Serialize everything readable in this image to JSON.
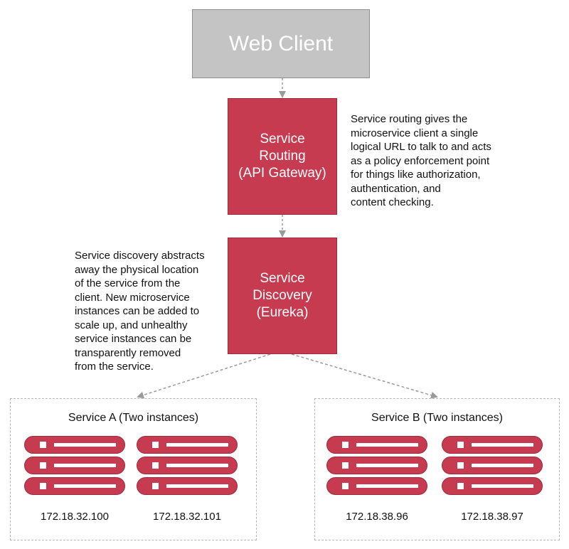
{
  "colors": {
    "gray_box": "#c4c4c4",
    "red_box": "#c63b50",
    "connector": "#9a9a9a",
    "group_border": "#b5b5b5"
  },
  "web_client": {
    "label": "Web Client"
  },
  "service_routing": {
    "label": "Service\nRouting\n(API Gateway)",
    "note": "Service routing gives the\nmicroservice client a single\nlogical URL to talk to and acts\nas a policy enforcement point\nfor things like authorization,\nauthentication, and\ncontent checking."
  },
  "service_discovery": {
    "label": "Service\nDiscovery\n(Eureka)",
    "note": "Service discovery abstracts\naway the physical location\nof the service from the\nclient. New microservice\ninstances can be added to\nscale up, and unhealthy\nservice instances can be\ntransparently removed\nfrom the service."
  },
  "service_a": {
    "title": "Service A (Two instances)",
    "instances": [
      {
        "ip": "172.18.32.100",
        "icon": "server-icon"
      },
      {
        "ip": "172.18.32.101",
        "icon": "server-icon"
      }
    ]
  },
  "service_b": {
    "title": "Service B (Two instances)",
    "instances": [
      {
        "ip": "172.18.38.96",
        "icon": "server-icon"
      },
      {
        "ip": "172.18.38.97",
        "icon": "server-icon"
      }
    ]
  }
}
